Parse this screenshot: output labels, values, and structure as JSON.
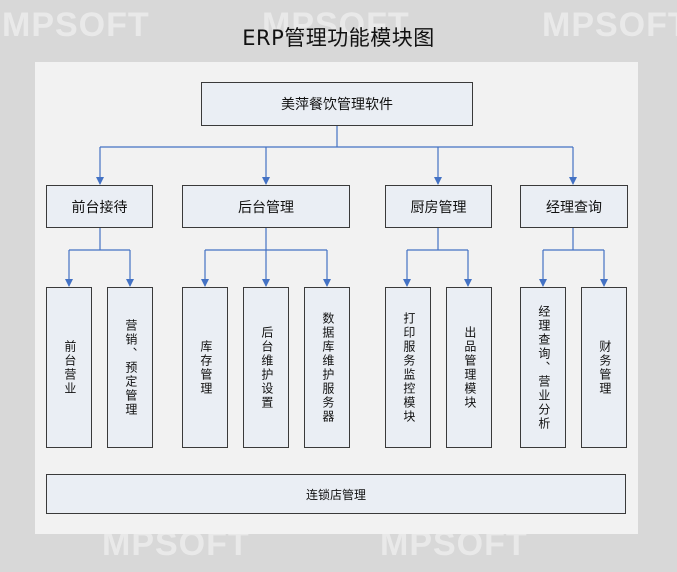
{
  "title": "ERP管理功能模块图",
  "watermark": "MPSOFT",
  "root": "美萍餐饮管理软件",
  "groups": [
    {
      "label": "前台接待",
      "children": [
        "前台营业",
        "营销、预定管理"
      ]
    },
    {
      "label": "后台管理",
      "children": [
        "库存管理",
        "后台维护设置",
        "数据库维护服务器"
      ]
    },
    {
      "label": "厨房管理",
      "children": [
        "打印服务监控模块",
        "出品管理模块"
      ]
    },
    {
      "label": "经理查询",
      "children": [
        "经理查询、营业分析",
        "财务管理"
      ]
    }
  ],
  "bottom": "连锁店管理",
  "colors": {
    "connector": "#4472c4",
    "box_fill": "#eaeef4",
    "panel": "#f2f2f2"
  }
}
